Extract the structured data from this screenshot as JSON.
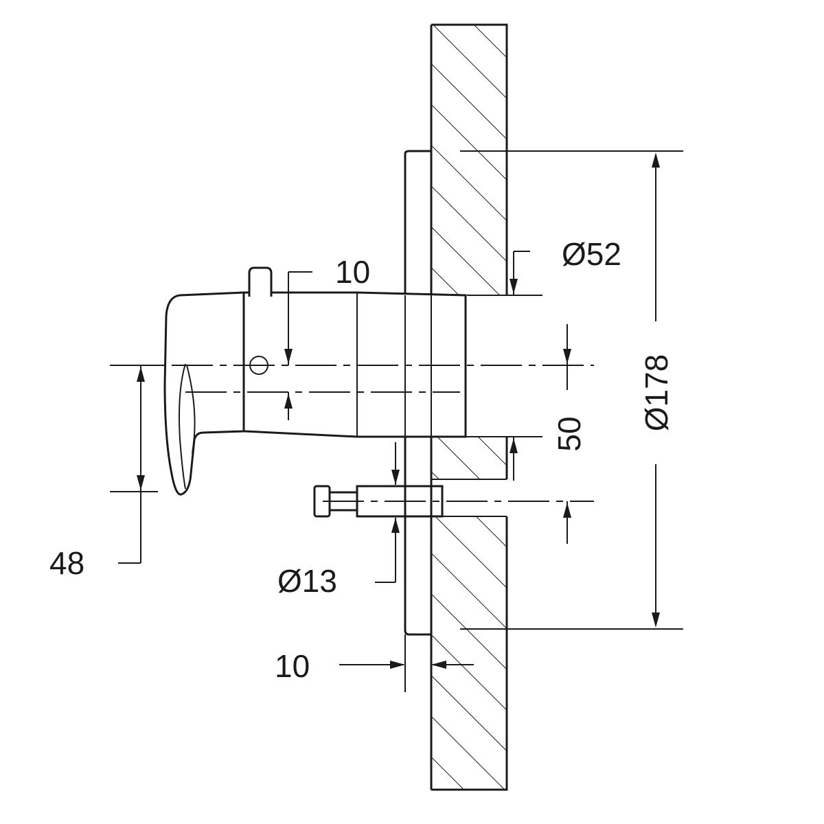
{
  "dimensions": {
    "flange_diameter": "Ø178",
    "sleeve_diameter": "Ø52",
    "axis_offset": "50",
    "pin_offset": "10",
    "handle_drop": "48",
    "screw_diameter": "Ø13",
    "flange_thickness": "10"
  }
}
